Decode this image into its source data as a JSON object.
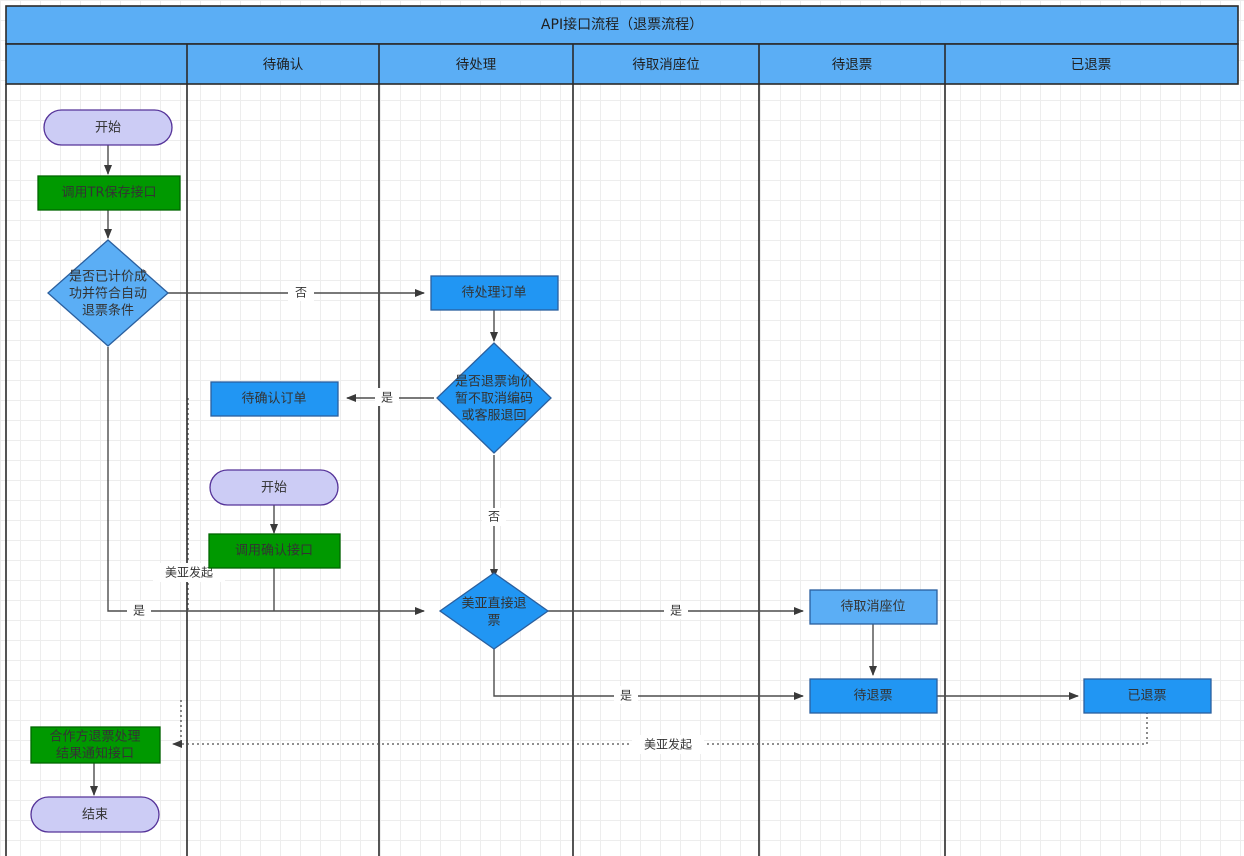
{
  "diagram": {
    "title": "API接口流程（退票流程）",
    "colors": {
      "header_fill": "#5BAEF5",
      "header_stroke": "#2a2a2a",
      "lane_stroke": "#2a2a2a",
      "light_blue": "#5BAEF5",
      "bright_blue": "#2196F3",
      "node_blue_stroke": "#2a5f9e",
      "green_fill": "#009900",
      "green_stroke": "#006600",
      "purple_fill": "#CCCCF5",
      "purple_stroke": "#553399",
      "edge": "#4d4d4d",
      "text": "#333333",
      "grid_minor": "#ededed",
      "grid_major": "#d9d9d9"
    },
    "lanes": [
      {
        "id": "lane-blank",
        "label": ""
      },
      {
        "id": "lane-pending-confirm",
        "label": "待确认"
      },
      {
        "id": "lane-pending-process",
        "label": "待处理"
      },
      {
        "id": "lane-pending-cancel-seat",
        "label": "待取消座位"
      },
      {
        "id": "lane-pending-refund",
        "label": "待退票"
      },
      {
        "id": "lane-refunded",
        "label": "已退票"
      }
    ],
    "nodes": [
      {
        "id": "start-1",
        "label": "开始",
        "shape": "terminator",
        "fill": "purple"
      },
      {
        "id": "call-tr-save",
        "label": "调用TR保存接口",
        "shape": "process",
        "fill": "green"
      },
      {
        "id": "decide-auto",
        "label": "是否已计价成功并符合自动退票条件",
        "lines": [
          "是否已计价成",
          "功并符合自动",
          "退票条件"
        ],
        "shape": "decision",
        "fill": "light_blue"
      },
      {
        "id": "pending-order",
        "label": "待处理订单",
        "shape": "process",
        "fill": "bright_blue"
      },
      {
        "id": "decide-inquiry",
        "label": "是否退票询价暂不取消编码或客服退回",
        "lines": [
          "是否退票询价",
          "暂不取消编码",
          "或客服退回"
        ],
        "shape": "decision",
        "fill": "bright_blue"
      },
      {
        "id": "confirm-order",
        "label": "待确认订单",
        "shape": "process",
        "fill": "bright_blue"
      },
      {
        "id": "start-2",
        "label": "开始",
        "shape": "terminator",
        "fill": "purple"
      },
      {
        "id": "call-confirm",
        "label": "调用确认接口",
        "shape": "process",
        "fill": "green"
      },
      {
        "id": "decide-direct",
        "label": "美亚直接退票",
        "lines": [
          "美亚直接退",
          "票"
        ],
        "shape": "decision",
        "fill": "bright_blue"
      },
      {
        "id": "cancel-seat",
        "label": "待取消座位",
        "shape": "process",
        "fill": "light_blue"
      },
      {
        "id": "pending-refund",
        "label": "待退票",
        "shape": "process",
        "fill": "bright_blue"
      },
      {
        "id": "refunded",
        "label": "已退票",
        "shape": "process",
        "fill": "bright_blue"
      },
      {
        "id": "notify-api",
        "label": "合作方退票处理结果通知接口",
        "lines": [
          "合作方退票处理",
          "结果通知接口"
        ],
        "shape": "process",
        "fill": "green"
      },
      {
        "id": "end-1",
        "label": "结束",
        "shape": "terminator",
        "fill": "purple"
      }
    ],
    "edge_labels": {
      "decide_auto_no": "否",
      "decide_auto_yes": "是",
      "decide_inquiry_yes": "是",
      "decide_inquiry_no": "否",
      "decide_direct_yes_seat": "是",
      "decide_direct_yes_refund": "是",
      "dotted_confirm_origin": "美亚发起",
      "dotted_notify_origin": "美亚发起"
    }
  }
}
